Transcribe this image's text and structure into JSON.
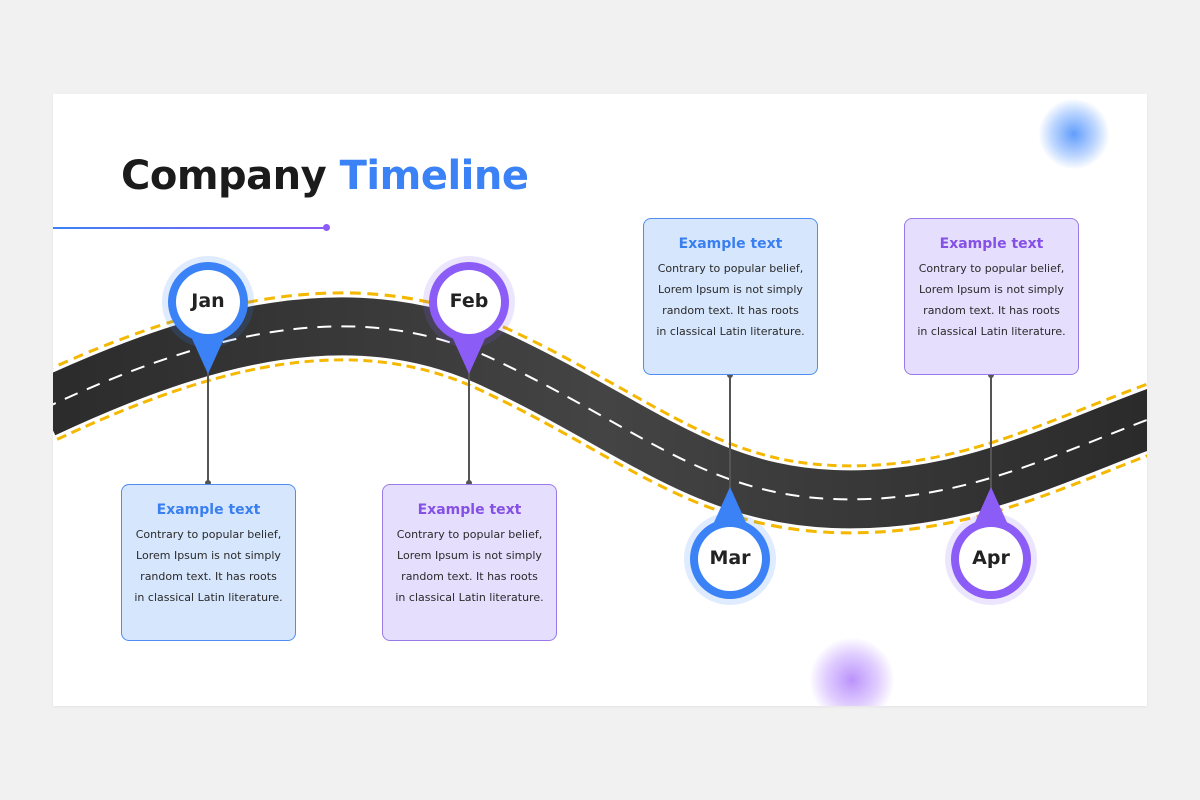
{
  "title": {
    "main": "Company",
    "accent": "Timeline"
  },
  "colors": {
    "blue": "#3b82f6",
    "purple": "#8b5cf6",
    "road": "#333333",
    "road_edge": "#f5b800",
    "blue_card_bg": "#d6e6fc",
    "purple_card_bg": "#e6defd"
  },
  "milestones": [
    {
      "month": "Jan",
      "color": "blue",
      "pin_direction": "down",
      "card": {
        "title": "Example text",
        "body": "Contrary to popular belief, Lorem Ipsum is not simply random text. It has roots in classical Latin literature."
      }
    },
    {
      "month": "Feb",
      "color": "purple",
      "pin_direction": "down",
      "card": {
        "title": "Example text",
        "body": "Contrary to popular belief, Lorem Ipsum is not simply random text. It has roots in classical Latin literature."
      }
    },
    {
      "month": "Mar",
      "color": "blue",
      "pin_direction": "up",
      "card": {
        "title": "Example text",
        "body": "Contrary to popular belief, Lorem Ipsum is not simply random text. It has roots in classical Latin literature."
      }
    },
    {
      "month": "Apr",
      "color": "purple",
      "pin_direction": "up",
      "card": {
        "title": "Example text",
        "body": "Contrary to popular belief, Lorem Ipsum is not simply random text. It has roots in classical Latin literature."
      }
    }
  ]
}
